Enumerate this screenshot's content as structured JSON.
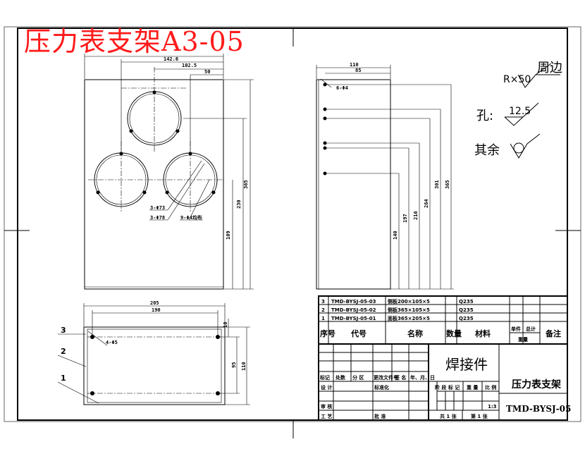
{
  "title": "压力表支架A3-05",
  "front_view": {
    "dims": {
      "w_142": "142.6",
      "w_102": "102.5",
      "w_50": "50",
      "h_365": "365",
      "h_230": "230",
      "h_109": "109",
      "holes_a": "3-Φ73",
      "holes_b": "3-Φ78",
      "holes_c": "9-Φ4均布"
    }
  },
  "side_view": {
    "dims": {
      "w_110": "110",
      "w_85": "85",
      "hole_label": "6-Φ4",
      "v_140": "140",
      "v_197": "197",
      "v_216": "216",
      "v_264": "264",
      "v_301": "301",
      "v_365": "365"
    }
  },
  "surface_notes": {
    "r50": "R×50",
    "zhoubian": "周边",
    "kong": "孔:",
    "kong_val": "12.5",
    "qiyu": "其余"
  },
  "top_view": {
    "dims": {
      "w_205": "205",
      "w_190": "190",
      "hole_label": "4-Φ5",
      "d_10": "10",
      "d_95": "95",
      "d_110": "110"
    },
    "balloons": [
      "3",
      "2",
      "1"
    ]
  },
  "title_block": {
    "parts": [
      {
        "no": "3",
        "code": "TMD-BYSJ-05-03",
        "name": "侧板200×105×5",
        "material": "Q235"
      },
      {
        "no": "2",
        "code": "TMD-BYSJ-05-02",
        "name": "侧板365×105×5",
        "material": "Q235"
      },
      {
        "no": "1",
        "code": "TMD-BYSJ-05-01",
        "name": "面板365×205×5",
        "material": "Q235"
      }
    ],
    "header": {
      "no": "序号",
      "code": "代号",
      "name": "名称",
      "qty": "数量",
      "material": "材料",
      "unit_weight": "单件",
      "total_weight": "总计",
      "weight": "重量",
      "remark": "备注"
    },
    "weld": "焊接件",
    "part_name": "压力表支架",
    "drawing_code": "TMD-BYSJ-05",
    "revision_row": [
      "标记",
      "处数",
      "分 区",
      "更改文件号",
      "签 名",
      "年、月、日"
    ],
    "design": "设 计",
    "standardize": "标准化",
    "stage_mark": "阶 段 标 记",
    "weight_lbl": "重 量",
    "scale_lbl": "比 例",
    "scale": "1:3",
    "review": "审 核",
    "process": "工 艺",
    "approve": "批 准",
    "sheets": "共 1 张",
    "sheet_no": "第 1 张"
  }
}
